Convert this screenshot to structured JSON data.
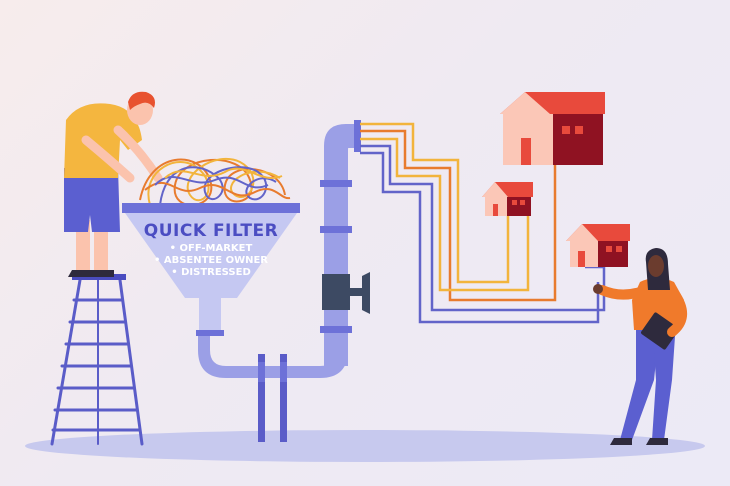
{
  "filter": {
    "title": "QUICK FILTER",
    "items": [
      "• OFF-MARKET",
      "• ABSENTEE OWNER",
      "• DISTRESSED"
    ]
  },
  "colors": {
    "funnel": "#c5c8f2",
    "pipe": "#9b9fe6",
    "wire_orange": "#e87b2e",
    "wire_yellow": "#f2b43c",
    "wire_purple": "#6264c9",
    "house_wall": "#fbc7b7",
    "house_roof": "#e84a3c",
    "house_dark": "#8f1222"
  }
}
